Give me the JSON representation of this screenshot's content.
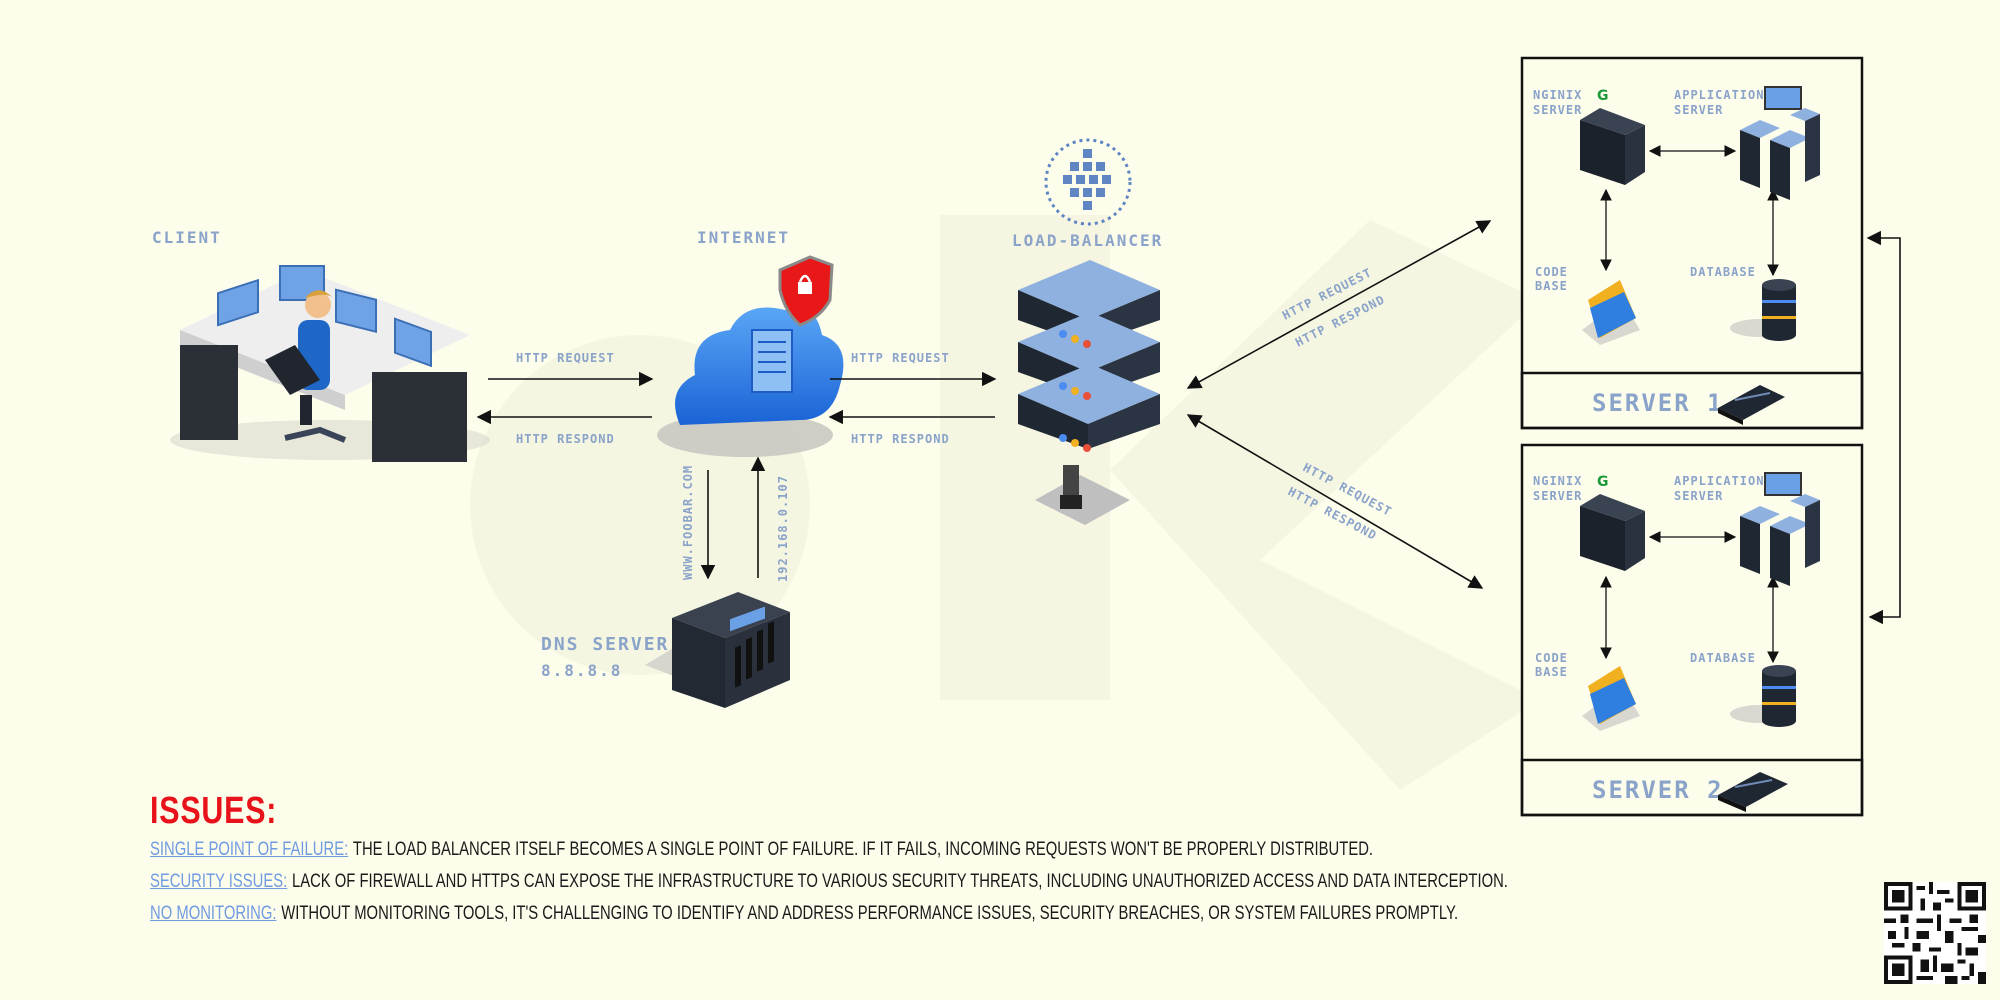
{
  "client": {
    "label": "CLIENT"
  },
  "internet": {
    "label": "INTERNET"
  },
  "load_balancer": {
    "label": "LOAD-BALANCER"
  },
  "dns": {
    "label": "DNS SERVER",
    "ip": "8.8.8.8",
    "query": "WWW.FOOBAR.COM",
    "answer": "192.168.0.107"
  },
  "links": {
    "http_request": "HTTP REQUEST",
    "http_respond": "HTTP RESPOND"
  },
  "servers": [
    {
      "name": "SERVER 1",
      "nginix": [
        "NGINIX",
        "SERVER"
      ],
      "app": [
        "APPLICATION",
        "SERVER"
      ],
      "code": [
        "CODE",
        "BASE"
      ],
      "db": "DATABASE"
    },
    {
      "name": "SERVER 2",
      "nginix": [
        "NGINIX",
        "SERVER"
      ],
      "app": [
        "APPLICATION",
        "SERVER"
      ],
      "code": [
        "CODE",
        "BASE"
      ],
      "db": "DATABASE"
    }
  ],
  "issues": {
    "title": "ISSUES:",
    "items": [
      {
        "key": "SINGLE POINT OF FAILURE:",
        "text": "THE LOAD BALANCER ITSELF BECOMES A SINGLE POINT OF FAILURE. IF IT FAILS, INCOMING REQUESTS WON'T BE PROPERLY DISTRIBUTED."
      },
      {
        "key": "SECURITY ISSUES:",
        "text": "LACK OF FIREWALL AND HTTPS CAN EXPOSE THE INFRASTRUCTURE TO VARIOUS SECURITY THREATS, INCLUDING UNAUTHORIZED ACCESS AND DATA INTERCEPTION."
      },
      {
        "key": "NO MONITORING:",
        "text": "WITHOUT MONITORING TOOLS, IT'S CHALLENGING TO IDENTIFY AND ADDRESS PERFORMANCE ISSUES, SECURITY BREACHES, OR SYSTEM FAILURES PROMPTLY."
      }
    ]
  },
  "colors": {
    "background": "#fdfdec",
    "label": "#8aa3c9",
    "issues_title": "#e8121b",
    "issue_key": "#6f9be0",
    "cloud": "#2f7fe0",
    "server_dark": "#1f2733",
    "server_top": "#8fb1e0"
  }
}
